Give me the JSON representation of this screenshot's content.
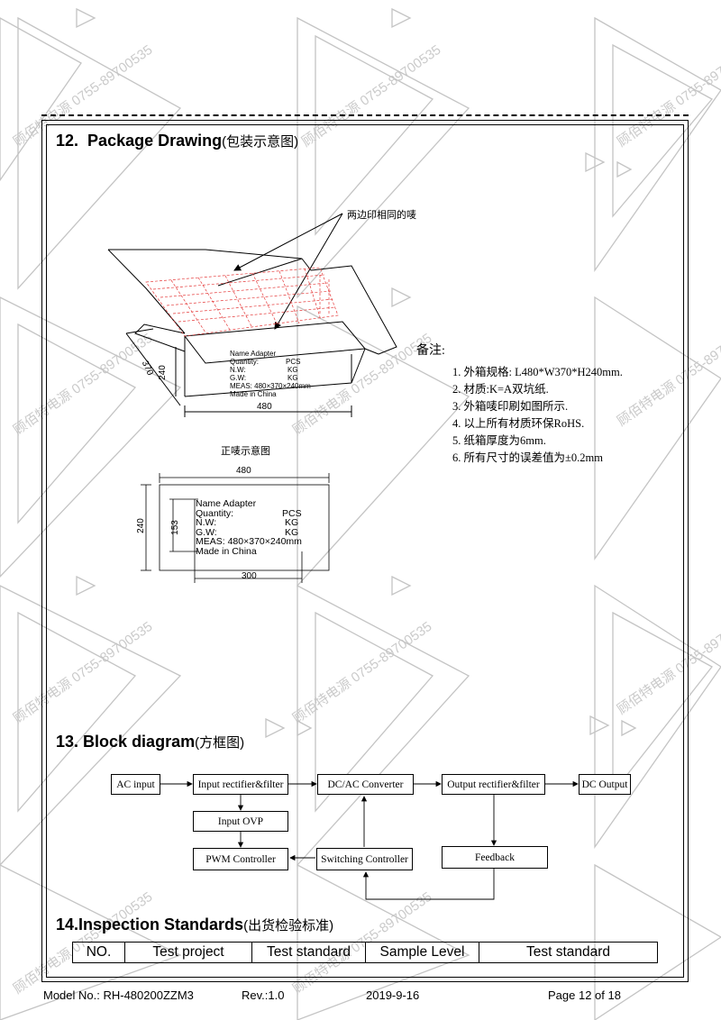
{
  "watermark": {
    "text": "顾佰特电源 0755-89700535"
  },
  "section12": {
    "number": "12.",
    "title": "Package Drawing",
    "title_cn": "(包装示意图)",
    "callout": "两边印相同的唛",
    "box3d": {
      "label_lines": [
        "Name Adapter",
        "Quantity:",
        "N.W:",
        "G.W:",
        "MEAS: 480×370×240mm",
        "Made in China"
      ],
      "label_units": [
        "PCS",
        "KG",
        "KG"
      ],
      "dim_length": "480",
      "dim_width": "370",
      "dim_height": "240"
    },
    "notes": {
      "title": "备注:",
      "items": [
        "1. 外箱规格: L480*W370*H240mm.",
        "2. 材质:K=A双坑纸.",
        "3. 外箱唛印刷如图所示.",
        "4. 以上所有材质环保RoHS.",
        "5. 纸箱厚度为6mm.",
        "6. 所有尺寸的误差值为±0.2mm"
      ]
    },
    "front": {
      "caption": "正唛示意图",
      "dim_width": "480",
      "dim_height": "240",
      "dim_label_height": "153",
      "dim_label_width": "300",
      "label_lines": [
        "Name Adapter",
        "Quantity:",
        "N.W:",
        "G.W:",
        "MEAS: 480×370×240mm",
        "Made in China"
      ],
      "label_units": [
        "PCS",
        "KG",
        "KG"
      ]
    }
  },
  "section13": {
    "number": "13.",
    "title": "Block diagram",
    "title_cn": "(方框图)",
    "blocks": {
      "ac_input": "AC input",
      "input_rectifier": "Input rectifier&filter",
      "dcac": "DC/AC Converter",
      "output_rectifier": "Output rectifier&filter",
      "dc_output": "DC Output",
      "input_ovp": "Input OVP",
      "pwm": "PWM Controller",
      "switching": "Switching Controller",
      "feedback": "Feedback"
    }
  },
  "section14": {
    "number": "14.",
    "title": "Inspection Standards",
    "title_cn": "(出货检验标准)",
    "columns": [
      "NO.",
      "Test project",
      "Test standard",
      "Sample Level",
      "Test standard"
    ]
  },
  "footer": {
    "model": "Model No.: RH-480200ZZM3",
    "rev": "Rev.:1.0",
    "date": "2019-9-16",
    "page": "Page 12 of 18"
  }
}
